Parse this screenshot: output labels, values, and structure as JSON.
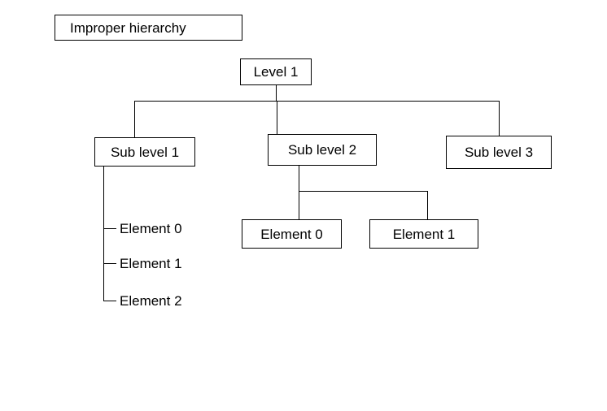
{
  "diagram": {
    "title": "Improper hierarchy",
    "root": {
      "label": "Level 1"
    },
    "sub_levels": [
      {
        "label": "Sub level 1"
      },
      {
        "label": "Sub level 2"
      },
      {
        "label": "Sub level 3"
      }
    ],
    "sub_level_1_elements": [
      {
        "label": "Element 0"
      },
      {
        "label": "Element 1"
      },
      {
        "label": "Element 2"
      }
    ],
    "sub_level_2_elements": [
      {
        "label": "Element 0"
      },
      {
        "label": "Element 1"
      }
    ],
    "sub_level_3_elements": [],
    "colors": {
      "background": "#ffffff",
      "stroke": "#000000",
      "text": "#000000"
    }
  }
}
